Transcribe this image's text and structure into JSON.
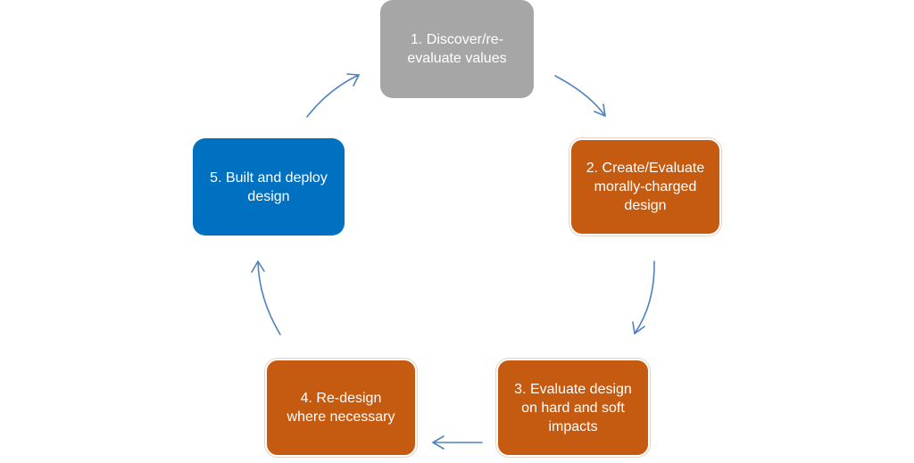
{
  "diagram": {
    "type": "cycle",
    "colors": {
      "neutral": "#a6a6a6",
      "orange": "#c55a11",
      "blue": "#0070c0",
      "arrow": "#4f81bd"
    },
    "nodes": [
      {
        "label": "1. Discover/re-\nevaluate values",
        "color": "#a6a6a6"
      },
      {
        "label": "2. Create/Evaluate\nmorally-charged\ndesign",
        "color": "#c55a11"
      },
      {
        "label": "3. Evaluate design\non hard and soft\nimpacts",
        "color": "#c55a11"
      },
      {
        "label": "4. Re-design\nwhere necessary",
        "color": "#c55a11"
      },
      {
        "label": "5. Built and deploy\ndesign",
        "color": "#0070c0"
      }
    ],
    "edges": [
      {
        "from": 1,
        "to": 2
      },
      {
        "from": 2,
        "to": 3
      },
      {
        "from": 3,
        "to": 4
      },
      {
        "from": 4,
        "to": 5
      },
      {
        "from": 5,
        "to": 1
      }
    ]
  }
}
